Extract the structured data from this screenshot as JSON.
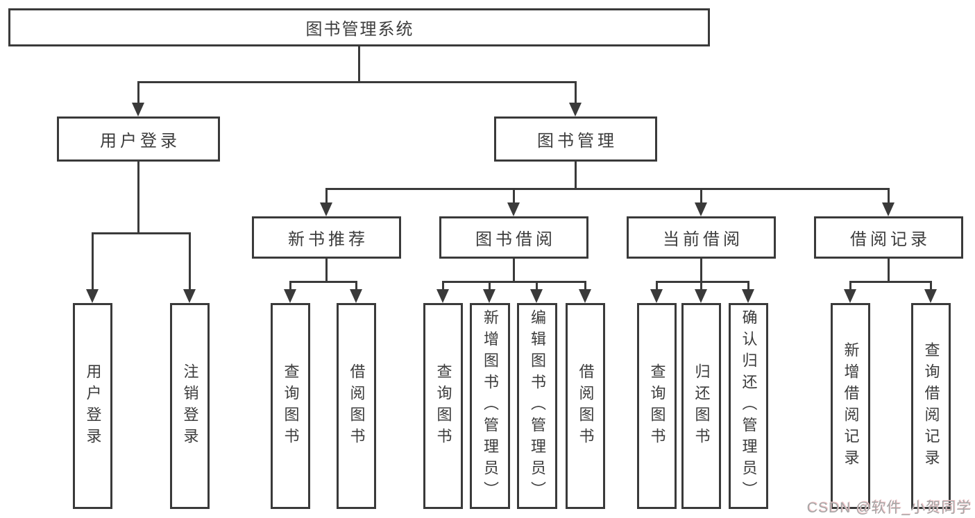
{
  "diagram": {
    "title": {
      "label": "图书管理系统"
    },
    "level2": [
      {
        "label": "用户登录",
        "parent": "图书管理系统"
      },
      {
        "label": "图书管理",
        "parent": "图书管理系统"
      }
    ],
    "level3": [
      {
        "label": "新书推荐",
        "parent": "图书管理"
      },
      {
        "label": "图书借阅",
        "parent": "图书管理"
      },
      {
        "label": "当前借阅",
        "parent": "图书管理"
      },
      {
        "label": "借阅记录",
        "parent": "图书管理"
      }
    ],
    "leaves": [
      {
        "label": "用户登录",
        "parent": "用户登录"
      },
      {
        "label": "注销登录",
        "parent": "用户登录"
      },
      {
        "label": "查询图书",
        "parent": "新书推荐"
      },
      {
        "label": "借阅图书",
        "parent": "新书推荐"
      },
      {
        "label": "查询图书",
        "parent": "图书借阅"
      },
      {
        "label": "新增图书（管理员）",
        "parent": "图书借阅"
      },
      {
        "label": "编辑图书（管理员）",
        "parent": "图书借阅"
      },
      {
        "label": "借阅图书",
        "parent": "图书借阅"
      },
      {
        "label": "查询图书",
        "parent": "当前借阅"
      },
      {
        "label": "归还图书",
        "parent": "当前借阅"
      },
      {
        "label": "确认归还（管理员）",
        "parent": "当前借阅"
      },
      {
        "label": "新增借阅记录",
        "parent": "借阅记录"
      },
      {
        "label": "查询借阅记录",
        "parent": "借阅记录"
      }
    ],
    "watermark": {
      "label": "CSDN @软件_小贺同学"
    },
    "colors": {
      "line": "#3a3a3a",
      "text": "#3c3c3c",
      "background": "#ffffff",
      "watermark": "#a6a6a6",
      "watermark_shadow": "#f3c6ca"
    }
  }
}
